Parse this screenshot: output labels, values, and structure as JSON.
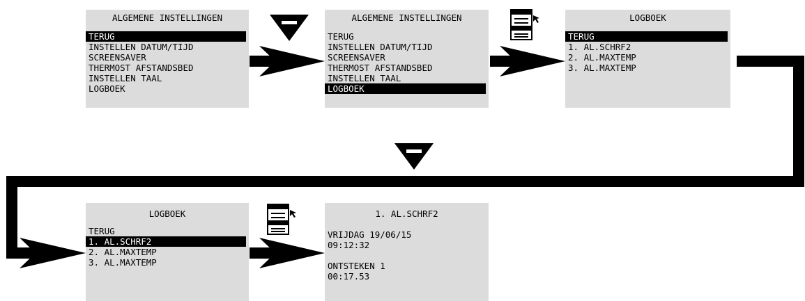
{
  "screens": [
    {
      "title": "ALGEMENE INSTELLINGEN",
      "items": [
        "TERUG",
        "INSTELLEN DATUM/TIJD",
        "SCREENSAVER",
        "THERMOST AFSTANDSBED",
        "INSTELLEN TAAL",
        "LOGBOEK"
      ],
      "selected_index": 0
    },
    {
      "title": "ALGEMENE INSTELLINGEN",
      "items": [
        "TERUG",
        "INSTELLEN DATUM/TIJD",
        "SCREENSAVER",
        "THERMOST AFSTANDSBED",
        "INSTELLEN TAAL",
        "LOGBOEK"
      ],
      "selected_index": 5
    },
    {
      "title": "LOGBOEK",
      "items": [
        "TERUG",
        "1. AL.SCHRF2",
        "2. AL.MAXTEMP",
        "3. AL.MAXTEMP"
      ],
      "selected_index": 0
    },
    {
      "title": "LOGBOEK",
      "items": [
        "TERUG",
        "1. AL.SCHRF2",
        "2. AL.MAXTEMP",
        "3. AL.MAXTEMP"
      ],
      "selected_index": 1
    },
    {
      "title": "1. AL.SCHRF2",
      "lines": [
        "VRIJDAG 19/06/15",
        "09:12:32",
        "",
        "ONTSTEKEN 1",
        "00:17.53"
      ]
    }
  ],
  "icons": [
    "down-button-icon",
    "menu-select-button-icon",
    "down-button-icon",
    "menu-select-button-icon"
  ],
  "colors": {
    "screen_bg": "#dcdcdc",
    "highlight": "#000000",
    "arrow": "#000000"
  }
}
